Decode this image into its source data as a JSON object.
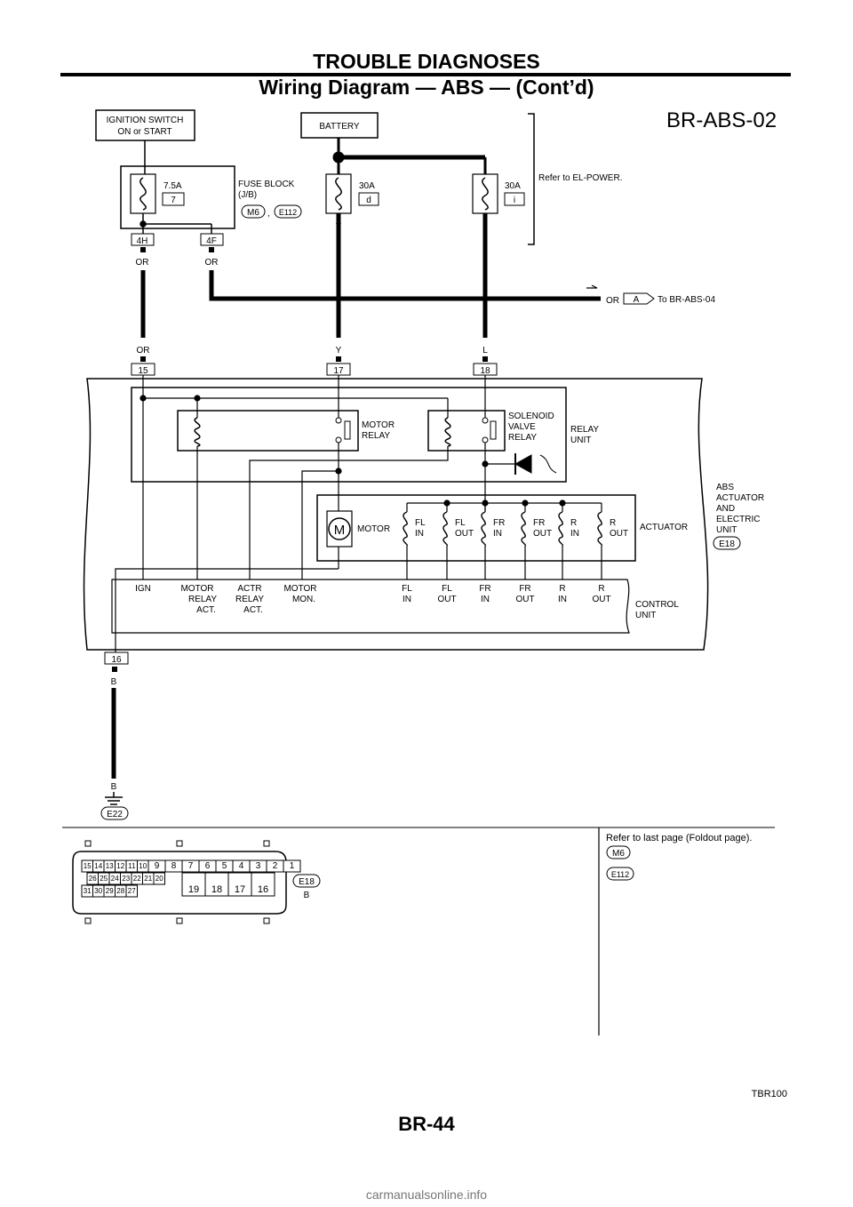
{
  "header": {
    "section": "TROUBLE DIAGNOSES",
    "subtitle": "Wiring Diagram — ABS — (Cont’d)"
  },
  "diagram": {
    "id": "BR-ABS-02",
    "ignition_switch": [
      "IGNITION SWITCH",
      "ON or START"
    ],
    "battery": "BATTERY",
    "fuse_block": [
      "FUSE BLOCK",
      "(J/B)"
    ],
    "fuse_7_5a": {
      "rating": "7.5A",
      "number": "7"
    },
    "fuse_30a_d": {
      "rating": "30A",
      "number": "d"
    },
    "fuse_30a_i": {
      "rating": "30A",
      "number": "i"
    },
    "fuse_connectors": {
      "c1": "M6",
      "sep": ",",
      "c2": "E112"
    },
    "refer_power": "Refer to EL-POWER.",
    "terminals_jb": {
      "t1": "4H",
      "t2": "4F"
    },
    "wire_colors": {
      "or": "OR",
      "y": "Y",
      "l": "L",
      "b": "B"
    },
    "to_ref": {
      "color": "OR",
      "letter": "A",
      "text": "To BR-ABS-04"
    },
    "unit_terminals": {
      "t15": "15",
      "t17": "17",
      "t18": "18",
      "t16": "16"
    },
    "motor_relay": [
      "MOTOR",
      "RELAY"
    ],
    "solenoid_relay": [
      "SOLENOID",
      "VALVE",
      "RELAY"
    ],
    "relay_unit": [
      "RELAY",
      "UNIT"
    ],
    "motor_symbol": "M",
    "motor": "MOTOR",
    "valves": [
      {
        "l1": "FL",
        "l2": "IN"
      },
      {
        "l1": "FL",
        "l2": "OUT"
      },
      {
        "l1": "FR",
        "l2": "IN"
      },
      {
        "l1": "FR",
        "l2": "OUT"
      },
      {
        "l1": "R",
        "l2": "IN"
      },
      {
        "l1": "R",
        "l2": "OUT"
      }
    ],
    "actuator": "ACTUATOR",
    "abs_unit": [
      "ABS",
      "ACTUATOR",
      "AND",
      "ELECTRIC",
      "UNIT"
    ],
    "unit_connector": "E18",
    "control_labels": {
      "ign": "IGN",
      "motor_relay_act": [
        "MOTOR",
        "RELAY",
        "ACT."
      ],
      "actr_relay_act": [
        "ACTR",
        "RELAY",
        "ACT."
      ],
      "motor_mon": [
        "MOTOR",
        "MON."
      ],
      "fl_in": [
        "FL",
        "IN"
      ],
      "fl_out": [
        "FL",
        "OUT"
      ],
      "fr_in": [
        "FR",
        "IN"
      ],
      "fr_out": [
        "FR",
        "OUT"
      ],
      "r_in": [
        "R",
        "IN"
      ],
      "r_out": [
        "R",
        "OUT"
      ]
    },
    "control_unit": [
      "CONTROL",
      "UNIT"
    ],
    "ground_connector": "E22"
  },
  "connector_view": {
    "row1": [
      "15",
      "14",
      "13",
      "12",
      "11",
      "10",
      "9",
      "8",
      "7",
      "6",
      "5",
      "4",
      "3",
      "2",
      "1"
    ],
    "row2": [
      "26",
      "25",
      "24",
      "23",
      "22",
      "21",
      "20"
    ],
    "row3": [
      "31",
      "30",
      "29",
      "28",
      "27"
    ],
    "big": [
      "19",
      "18",
      "17",
      "16"
    ],
    "id": "E18",
    "color": "B"
  },
  "refer_foldout": "Refer to last page (Foldout page).",
  "foldout_connectors": [
    "M6",
    "E112"
  ],
  "figure_id": "TBR100",
  "page_number": "BR-44",
  "watermark": "carmanualsonline.info"
}
